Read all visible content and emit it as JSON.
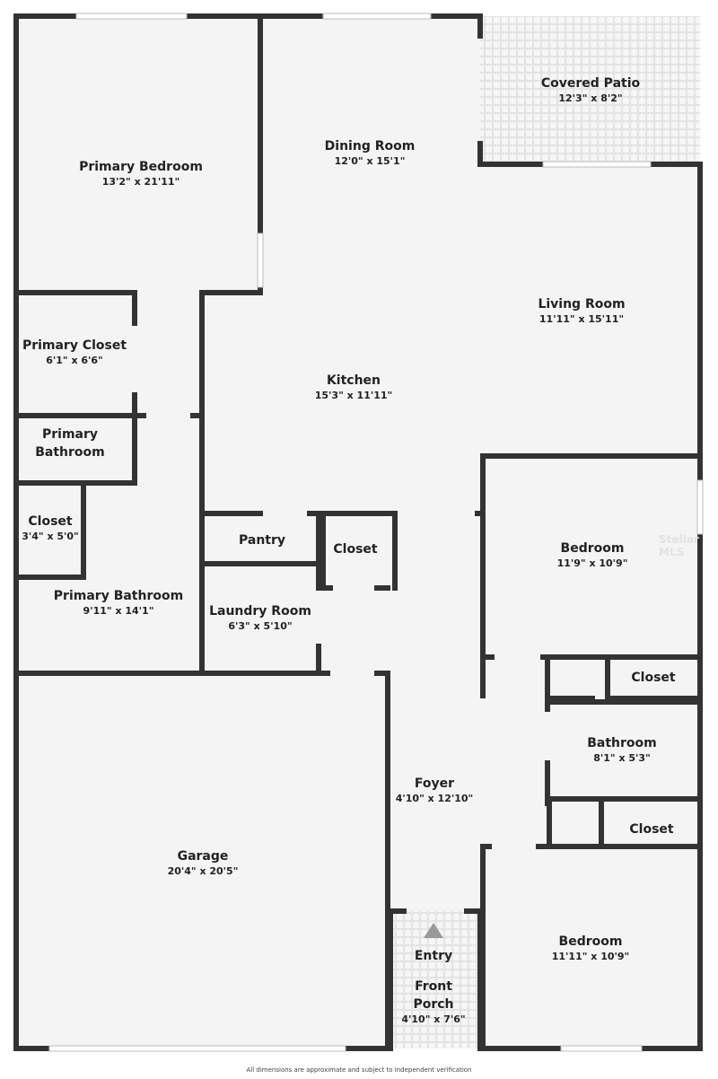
{
  "colors": {
    "wall": "#333333",
    "floor": "#f4f4f4",
    "window": "#ffffff",
    "patio": "#ececec"
  },
  "rooms": [
    {
      "name": "Covered Patio",
      "dims": "12'3\" x 8'2\""
    },
    {
      "name": "Dining Room",
      "dims": "12'0\" x 15'1\""
    },
    {
      "name": "Primary Bedroom",
      "dims": "13'2\" x 21'11\""
    },
    {
      "name": "Living Room",
      "dims": "11'11\" x 15'11\""
    },
    {
      "name": "Primary Closet",
      "dims": "6'1\" x 6'6\""
    },
    {
      "name": "Kitchen",
      "dims": "15'3\" x 11'11\""
    },
    {
      "name": "Primary Bathroom",
      "dims": ""
    },
    {
      "name": "Closet",
      "dims": "3'4\" x 5'0\""
    },
    {
      "name": "Pantry",
      "dims": ""
    },
    {
      "name": "Closet",
      "dims": ""
    },
    {
      "name": "Bedroom",
      "dims": "11'9\" x 10'9\""
    },
    {
      "name": "Primary Bathroom",
      "dims": "9'11\" x 14'1\""
    },
    {
      "name": "Laundry Room",
      "dims": "6'3\" x 5'10\""
    },
    {
      "name": "Closet",
      "dims": ""
    },
    {
      "name": "Bathroom",
      "dims": "8'1\" x 5'3\""
    },
    {
      "name": "Foyer",
      "dims": "4'10\" x 12'10\""
    },
    {
      "name": "Closet",
      "dims": ""
    },
    {
      "name": "Garage",
      "dims": "20'4\" x 20'5\""
    },
    {
      "name": "Bedroom",
      "dims": "11'11\" x 10'9\""
    },
    {
      "name": "Entry",
      "dims": ""
    },
    {
      "name": "Front Porch",
      "dims": "4'10\" x 7'6\""
    }
  ],
  "entry_icon": "triangle-up-arrow",
  "watermark": "Stellar MLS",
  "disclaimer": "All dimensions are approximate and subject to independent verification"
}
